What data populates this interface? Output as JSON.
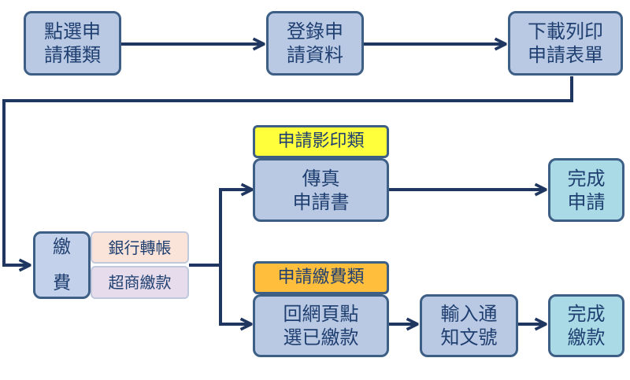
{
  "steps": {
    "select_type": "點選申\n請種類",
    "register": "登錄申\n請資料",
    "download_print": "下載列印\n申請表單",
    "payment": "繳\n費",
    "bank_transfer": "銀行轉帳",
    "store_payment": "超商繳款",
    "fax_application": "傳真\n申請書",
    "complete_application": "完成\n申請",
    "return_select_paid": "回網頁點\n選已繳款",
    "enter_notice_number": "輸入通\n知文號",
    "complete_payment": "完成\n繳款"
  },
  "tags": {
    "print_category": "申請影印類",
    "fee_category": "申請繳費類"
  },
  "colors": {
    "border": "#3d5f86",
    "arrow": "#1f3660",
    "step_fill": "#b9c9e4",
    "done_fill": "#a9dae6",
    "tag_yellow": "#ffff3c",
    "tag_orange": "#ffbe3c",
    "bank_fill": "#fae4da",
    "store_fill": "#e6dcec"
  }
}
